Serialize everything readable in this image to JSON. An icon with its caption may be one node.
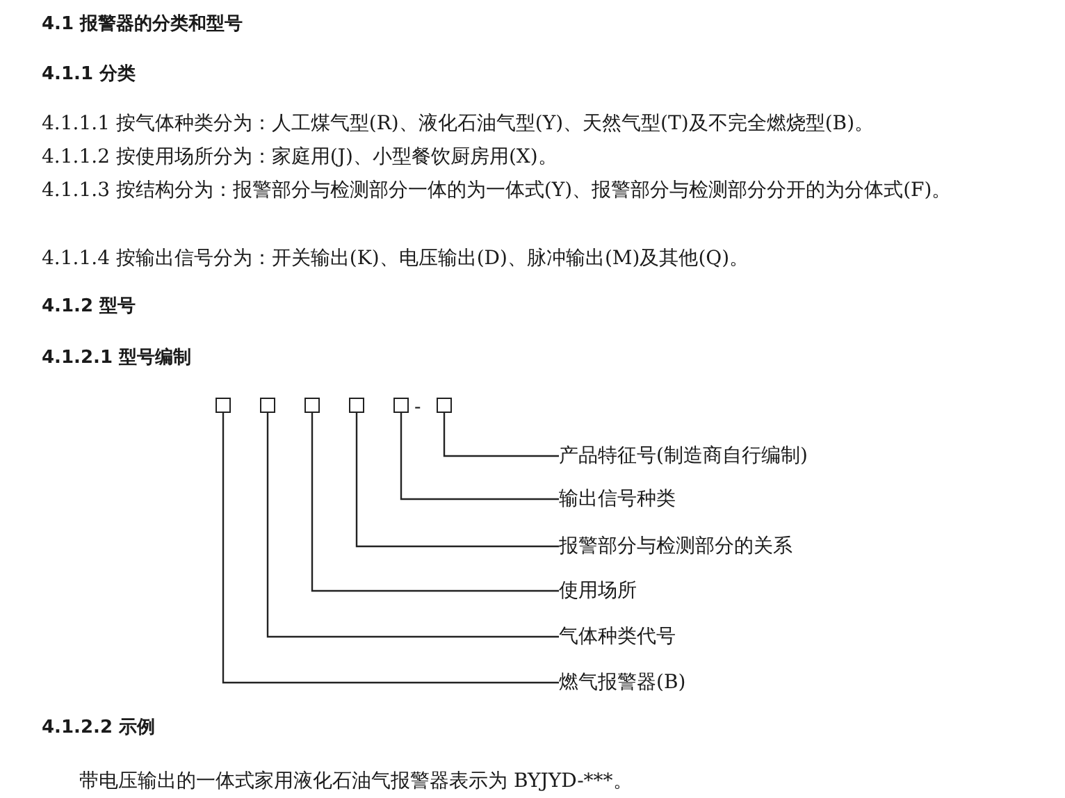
{
  "diagram": {
    "nodes": [
      {
        "text": [],
        "shape": "box"
      },
      {
        "text": [],
        "shape": "box"
      },
      {
        "text": [],
        "shape": "box"
      },
      {
        "text": [],
        "shape": "box"
      },
      {
        "text": [],
        "shape": "box"
      },
      {
        "text": [],
        "shape": "box"
      },
      {
        "text": [
          "产品特征号(制造商自行编制)"
        ]
      },
      {
        "text": [
          "输出信号种类"
        ]
      },
      {
        "text": [
          "报警部分与检测部分的关系"
        ]
      },
      {
        "text": [
          "使用场所"
        ]
      },
      {
        "text": [
          "气体种类代号"
        ]
      },
      {
        "text": [
          "燃气报警器(B)"
        ]
      }
    ],
    "edges": [
      {
        "from": 0,
        "to": 11,
        "arrow": "none"
      },
      {
        "from": 1,
        "to": 10,
        "arrow": "none"
      },
      {
        "from": 2,
        "to": 9,
        "arrow": "none"
      },
      {
        "from": 3,
        "to": 8,
        "arrow": "none"
      },
      {
        "from": 4,
        "to": 7,
        "arrow": "none"
      },
      {
        "from": 5,
        "to": 6,
        "arrow": "none"
      }
    ],
    "labels": [
      "4.1 报警器的分类和型号",
      "4.1.1 分类",
      "4.1.1.1 按气体种类分为：人工煤气型(R)、液化石油气型(Y)、天然气型(T)及不完全燃烧型(B)。",
      "4.1.1.2 按使用场所分为：家庭用(J)、小型餐饮厨房用(X)。",
      "4.1.1.3 按结构分为：报警部分与检测部分一体的为一体式(Y)、报警部分与检测部分分开的为分体式(F)。",
      "4.1.1.4 按输出信号分为：开关输出(K)、电压输出(D)、脉冲输出(M)及其他(Q)。",
      "4.1.2 型号",
      "4.1.2.1 型号编制",
      "-",
      "4.1.2.2 示例",
      "带电压输出的一体式家用液化石油气报警器表示为 BYJYD-***。"
    ]
  }
}
